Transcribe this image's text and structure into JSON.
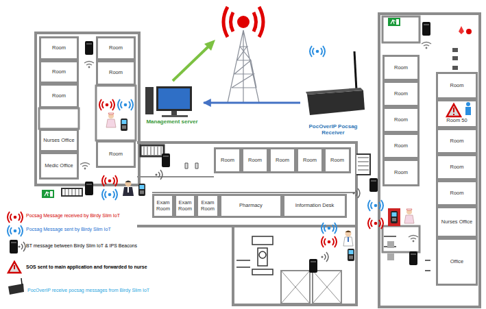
{
  "diagram": {
    "nodes": [
      {
        "text": [
          "Management server"
        ]
      },
      {
        "text": [
          "PocOverIP Pocsag Receiver"
        ]
      },
      {
        "text": [
          "Room"
        ]
      },
      {
        "text": [
          "Room"
        ]
      },
      {
        "text": [
          "Room"
        ]
      },
      {
        "text": [
          "Room"
        ]
      },
      {
        "text": [
          "Room"
        ]
      },
      {
        "text": [
          "Nurses Office"
        ]
      },
      {
        "text": [
          "Room"
        ]
      },
      {
        "text": [
          "Medic Office"
        ]
      },
      {
        "text": [
          "Room"
        ]
      },
      {
        "text": [
          "Room"
        ]
      },
      {
        "text": [
          "Room"
        ]
      },
      {
        "text": [
          "Room"
        ]
      },
      {
        "text": [
          "Room"
        ]
      },
      {
        "text": [
          "Exam Room"
        ]
      },
      {
        "text": [
          "Exam Room"
        ]
      },
      {
        "text": [
          "Exam Room"
        ]
      },
      {
        "text": [
          "Pharmacy"
        ]
      },
      {
        "text": [
          "Information Desk"
        ]
      },
      {
        "text": [
          "Room"
        ]
      },
      {
        "text": [
          "Room"
        ]
      },
      {
        "text": [
          "Room"
        ]
      },
      {
        "text": [
          "Room"
        ]
      },
      {
        "text": [
          "Room"
        ]
      },
      {
        "text": [
          "Room"
        ]
      },
      {
        "text": [
          "Room 50"
        ]
      },
      {
        "text": [
          "Room"
        ]
      },
      {
        "text": [
          "Room"
        ]
      },
      {
        "text": [
          "Room"
        ]
      },
      {
        "text": [
          "Nurses Office"
        ]
      },
      {
        "text": [
          "Office"
        ]
      }
    ],
    "edges": [
      {
        "from": 1,
        "to": 0,
        "arrow": "to"
      }
    ],
    "legend": [
      {
        "text": "Pocsag Message received by Birdy Slim IoT"
      },
      {
        "text": "Pocsag Message sent by Birdy Slim IoT"
      },
      {
        "text": "BT message between Birdy Slim IoT & IPS Beacons"
      },
      {
        "text": "SOS sent to main application and forwarded to nurse"
      },
      {
        "text": "PocOverIP receive pocsag messages from Birdy Slim IoT"
      }
    ]
  }
}
